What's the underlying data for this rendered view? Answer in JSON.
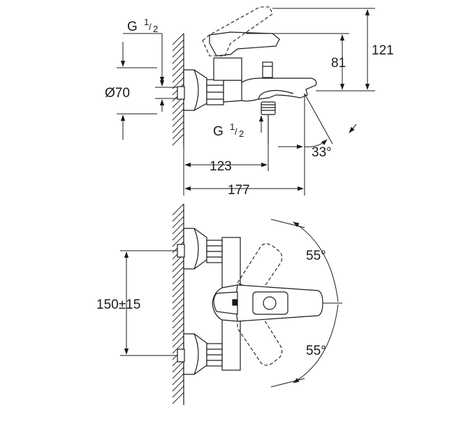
{
  "labels": {
    "thread_top_main": "G",
    "thread_top_num": "1",
    "thread_top_den": "2",
    "diameter": "Ø70",
    "dim_121": "121",
    "dim_81": "81",
    "thread_bottom_main": "G",
    "thread_bottom_num": "1",
    "thread_bottom_den": "2",
    "angle_33": "33°",
    "dim_123": "123",
    "dim_177": "177",
    "angle_55_top": "55°",
    "angle_55_bottom": "55°",
    "dim_150": "150±15"
  }
}
